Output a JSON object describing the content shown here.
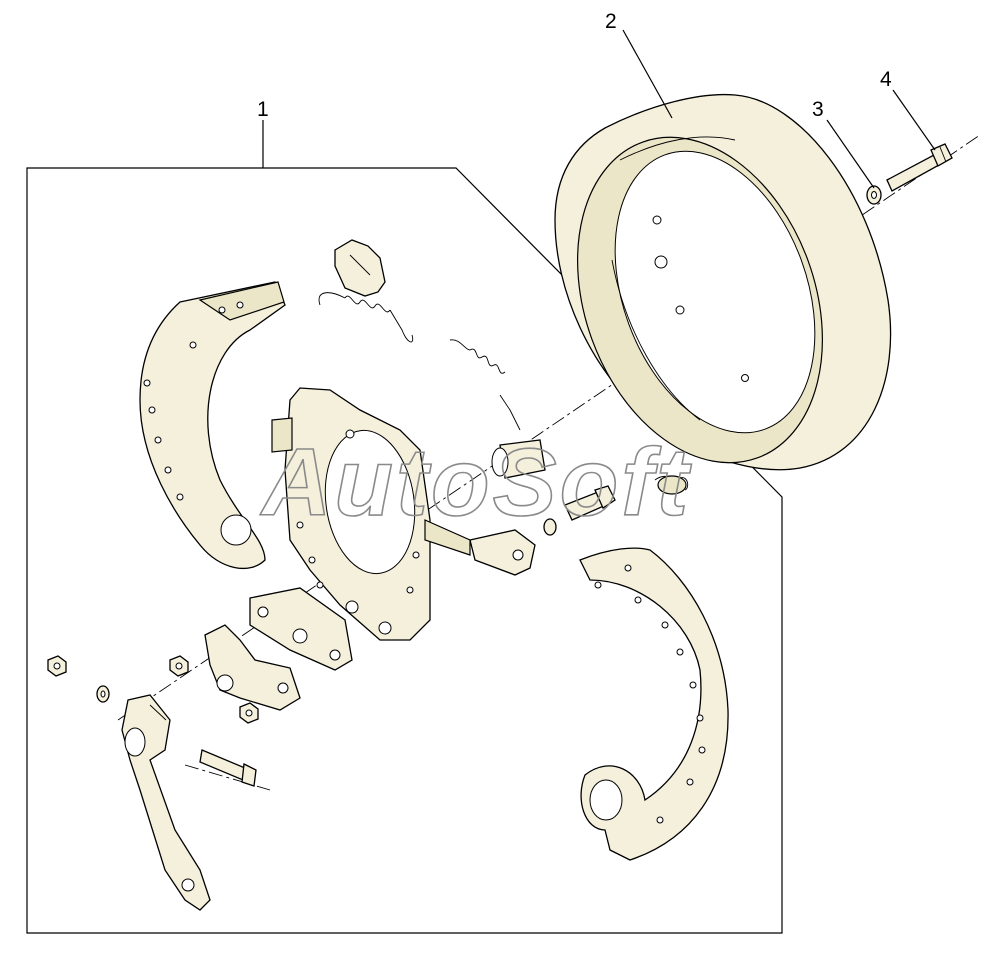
{
  "callouts": [
    {
      "id": "1",
      "label": "1"
    },
    {
      "id": "2",
      "label": "2"
    },
    {
      "id": "3",
      "label": "3"
    },
    {
      "id": "4",
      "label": "4"
    }
  ],
  "watermark": "AutoSoft",
  "colors": {
    "background": "#ffffff",
    "part_fill": "#f4f0dc",
    "line": "#000000",
    "watermark": "#8a8a8a"
  }
}
